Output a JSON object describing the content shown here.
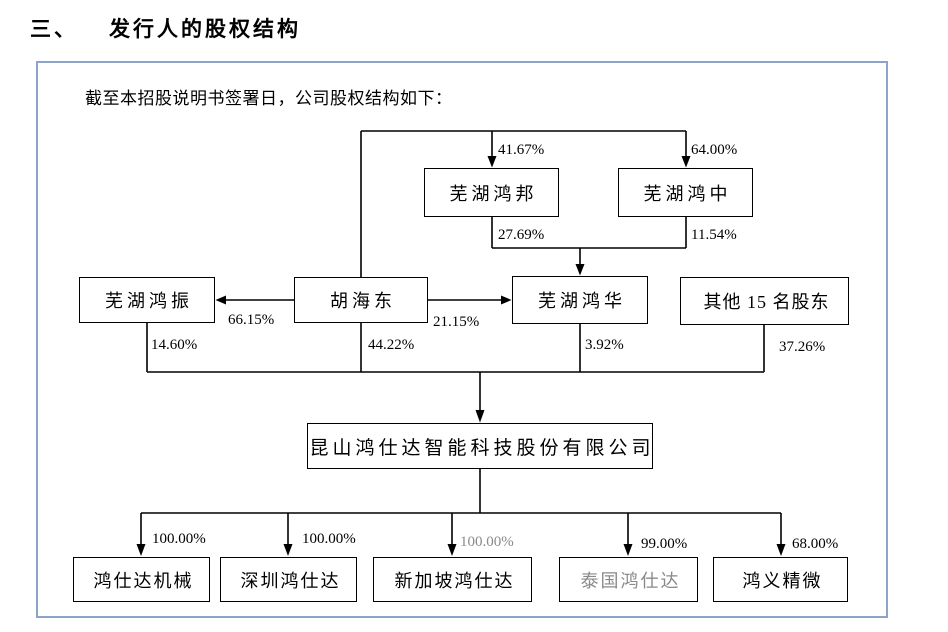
{
  "heading": {
    "number": "三、",
    "title": "发行人的股权结构"
  },
  "intro": "截至本招股说明书签署日，公司股权结构如下：",
  "colors": {
    "line": "#000000",
    "box_border": "#000000",
    "frame_border": "#8ca3cc",
    "text": "#000000",
    "muted_text": "#8a8a8a"
  },
  "nodes": [
    {
      "label": "芜湖鸿邦"
    },
    {
      "label": "芜湖鸿中"
    },
    {
      "label": "芜湖鸿振"
    },
    {
      "label": "胡海东"
    },
    {
      "label": "芜湖鸿华"
    },
    {
      "label": "其他 15 名股东"
    },
    {
      "label": "昆山鸿仕达智能科技股份有限公司"
    },
    {
      "label": "鸿仕达机械"
    },
    {
      "label": "深圳鸿仕达"
    },
    {
      "label": "新加坡鸿仕达"
    },
    {
      "label": "泰国鸿仕达",
      "muted": true
    },
    {
      "label": "鸿义精微"
    }
  ],
  "edges": [
    {
      "from": "胡海东",
      "to": "芜湖鸿邦",
      "value": "41.67%"
    },
    {
      "from": "胡海东",
      "to": "芜湖鸿中",
      "value": "64.00%"
    },
    {
      "from": "芜湖鸿邦",
      "to": "芜湖鸿华",
      "value": "27.69%"
    },
    {
      "from": "芜湖鸿中",
      "to": "芜湖鸿华",
      "value": "11.54%"
    },
    {
      "from": "胡海东",
      "to": "芜湖鸿振",
      "value": "66.15%"
    },
    {
      "from": "胡海东",
      "to": "芜湖鸿华",
      "value": "21.15%"
    },
    {
      "from": "芜湖鸿振",
      "to": "昆山鸿仕达智能科技股份有限公司",
      "value": "14.60%"
    },
    {
      "from": "胡海东",
      "to": "昆山鸿仕达智能科技股份有限公司",
      "value": "44.22%"
    },
    {
      "from": "芜湖鸿华",
      "to": "昆山鸿仕达智能科技股份有限公司",
      "value": "3.92%"
    },
    {
      "from": "其他 15 名股东",
      "to": "昆山鸿仕达智能科技股份有限公司",
      "value": "37.26%"
    },
    {
      "from": "昆山鸿仕达智能科技股份有限公司",
      "to": "鸿仕达机械",
      "value": "100.00%"
    },
    {
      "from": "昆山鸿仕达智能科技股份有限公司",
      "to": "深圳鸿仕达",
      "value": "100.00%"
    },
    {
      "from": "昆山鸿仕达智能科技股份有限公司",
      "to": "新加坡鸿仕达",
      "value": "100.00%",
      "muted": true
    },
    {
      "from": "昆山鸿仕达智能科技股份有限公司",
      "to": "泰国鸿仕达",
      "value": "99.00%"
    },
    {
      "from": "昆山鸿仕达智能科技股份有限公司",
      "to": "鸿义精微",
      "value": "68.00%"
    }
  ]
}
